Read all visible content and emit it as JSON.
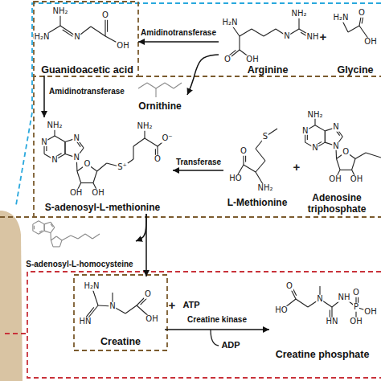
{
  "diagram": {
    "nodes": [
      {
        "text": [
          "Guanidoacetic acid"
        ]
      },
      {
        "text": [
          "Ornithine"
        ]
      },
      {
        "text": [
          "Arginine"
        ]
      },
      {
        "text": [
          "Glycine"
        ]
      },
      {
        "text": [
          "S-adenosyl-L-methionine"
        ]
      },
      {
        "text": [
          "L-Methionine"
        ]
      },
      {
        "text": [
          "Adenosine triphosphate"
        ]
      },
      {
        "text": [
          "S-adenosyl-L-homocysteine"
        ]
      },
      {
        "text": [
          "Creatine"
        ]
      },
      {
        "text": [
          "Creatine phosphate"
        ]
      }
    ],
    "edges": [
      {
        "from": 2,
        "to": 0,
        "arrow": "to",
        "label": "Amidinotransferase"
      },
      {
        "from": 2,
        "to": 1,
        "arrow": "to"
      },
      {
        "from": 0,
        "to": 4,
        "arrow": "to",
        "label": "Amidinotransferase"
      },
      {
        "from": 5,
        "to": 4,
        "arrow": "to",
        "label": "Transferase"
      },
      {
        "from": 4,
        "to": 8,
        "arrow": "to"
      },
      {
        "from": 4,
        "to": 7,
        "arrow": "to"
      },
      {
        "from": 8,
        "to": 9,
        "arrow": "to",
        "label": "Creatine kinase"
      }
    ],
    "labels": [
      "NH₂",
      "H₂N",
      "N",
      "O",
      "OH",
      "H₂N",
      "O",
      "OH",
      "N",
      "NH₂",
      "NH",
      "+",
      "H₂N",
      "O",
      "OH",
      "NH₂",
      "N",
      "N",
      "N",
      "N",
      "O",
      "OH",
      "OH",
      "S⁺",
      "NH₂",
      "O⁻",
      "O",
      "S",
      "NH₂",
      "O",
      "HO",
      "+",
      "NH₂",
      "N",
      "N",
      "N",
      "N",
      "O",
      "OH",
      "OH",
      "+",
      "ATP",
      "ADP",
      "H₂N",
      "HN",
      "N",
      "O",
      "OH",
      "O",
      "HO",
      "N",
      "HN",
      "NH",
      "P",
      "O",
      "OH",
      "OH"
    ]
  }
}
